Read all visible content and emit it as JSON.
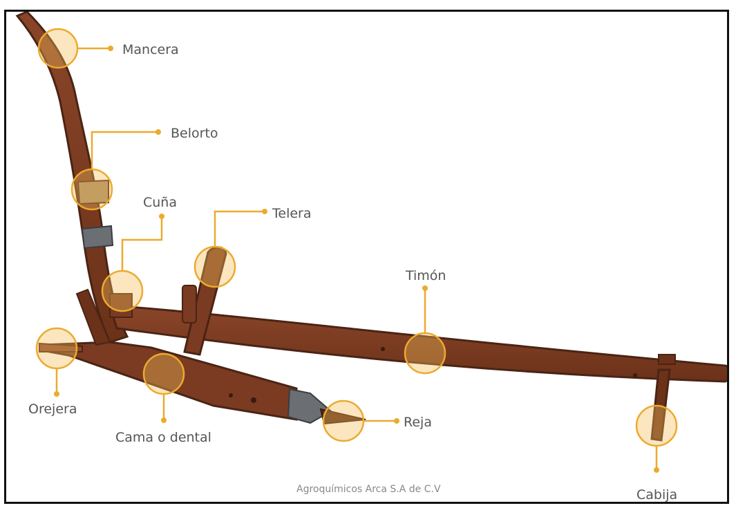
{
  "diagram": {
    "parts": {
      "mancera": "Mancera",
      "belorto": "Belorto",
      "cuna": "Cuña",
      "telera": "Telera",
      "timon": "Timón",
      "orejera": "Orejera",
      "cama": "Cama o dental",
      "reja": "Reja",
      "cabija": "Cabija"
    },
    "credit": "Agroquímicos Arca S.A de C.V"
  },
  "colors": {
    "wood": "#7a3b22",
    "wood_dark": "#4a2414",
    "metal": "#6b6e73",
    "ring": "#ecaa2e",
    "label": "#555555"
  }
}
